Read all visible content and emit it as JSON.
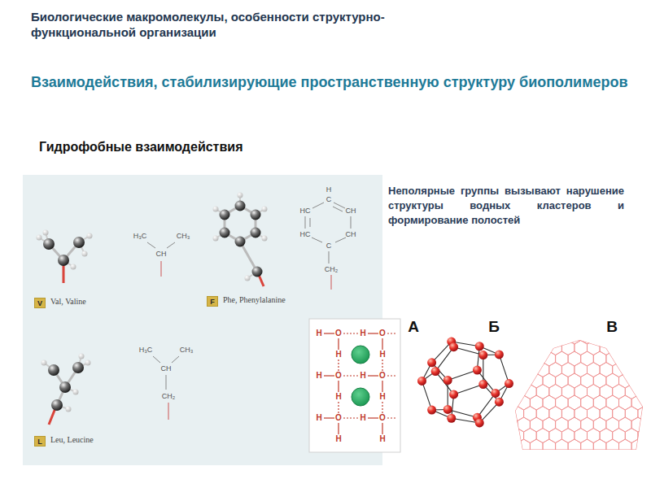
{
  "diagram": {
    "title": "Биологические макромолекулы, особенности структурно-функциональной организации",
    "nodes": [
      {
        "text": [
          "V"
        ]
      },
      {
        "text": [
          "F"
        ]
      },
      {
        "text": [
          "L"
        ]
      }
    ],
    "labels": [
      "Взаимодействия, стабилизирующие пространственную структуру биополимеров",
      "Гидрофобные взаимодействия",
      "Неполярные группы вызывают нарушение структуры водных кластеров и формирование полостей",
      "Val, Valine",
      "Phe, Phenylalanine",
      "Leu, Leucine",
      "H₃C",
      "CH₃",
      "CH",
      "H₃C",
      "CH₃",
      "CH",
      "CH₂",
      "H",
      "C",
      "HC",
      "CH",
      "HC",
      "CH",
      "C",
      "CH₂",
      "А",
      "Б",
      "В",
      "H",
      "O",
      "H",
      "O",
      "H",
      "H",
      "H",
      "O",
      "H",
      "O",
      "H",
      "H",
      "H",
      "O",
      "H",
      "O",
      "H",
      "H"
    ]
  }
}
